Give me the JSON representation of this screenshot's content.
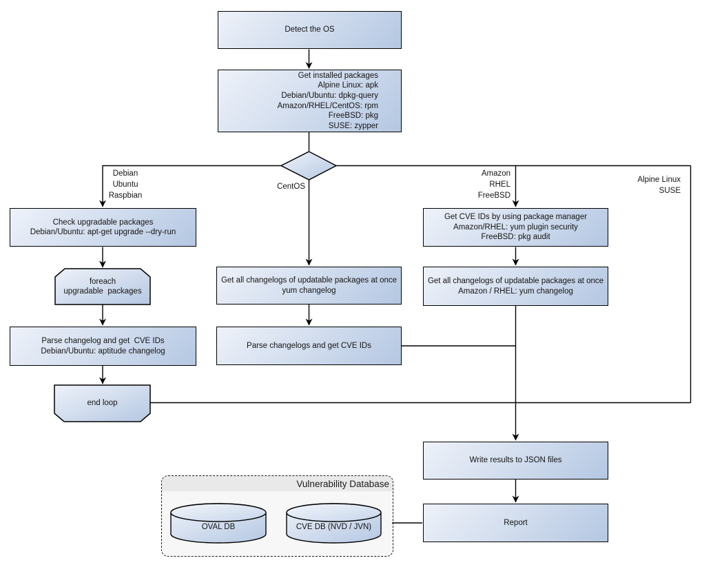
{
  "nodes": {
    "detect_os": {
      "label": "Detect the OS"
    },
    "get_installed_packages": {
      "label": "Get installed packages\nAlpine Linux: apk\nDebian/Ubuntu: dpkg-query\nAmazon/RHEL/CentOS: rpm\nFreeBSD: pkg\nSUSE: zypper"
    },
    "check_upgradable": {
      "label": "Check upgradable packages\nDebian/Ubuntu: apt-get upgrade --dry-run"
    },
    "foreach_loop": {
      "label": "foreach\nupgradable  packages"
    },
    "parse_changelog_debian": {
      "label": "Parse changelog and get  CVE IDs\nDebian/Ubuntu: aptitude changelog"
    },
    "end_loop": {
      "label": "end loop"
    },
    "get_changelogs_centos": {
      "label": "Get all changelogs of updatable packages at once\nyum changelog"
    },
    "parse_changelogs_centos": {
      "label": "Parse changelogs and get CVE IDs"
    },
    "get_cve_ids_pkg_manager": {
      "label": "Get CVE IDs by using package manager\nAmazon/RHEL: yum plugin security\nFreeBSD: pkg audit"
    },
    "get_changelogs_amazon_rhel": {
      "label": "Get all changelogs of updatable packages at once\nAmazon / RHEL: yum changelog"
    },
    "write_results": {
      "label": "Write results to JSON files"
    },
    "report": {
      "label": "Report"
    }
  },
  "edge_labels": {
    "debian": "Debian\nUbuntu\nRaspbian",
    "centos": "CentOS",
    "amazon": "Amazon\nRHEL\nFreeBSD",
    "alpine": "Alpine Linux\nSUSE"
  },
  "group": {
    "title": "Vulnerability Database",
    "databases": [
      {
        "label": "OVAL DB"
      },
      {
        "label": "CVE DB (NVD / JVN)"
      }
    ]
  },
  "colors": {
    "node_fill_light": "#eef2f9",
    "node_fill_dark": "#b4c7e2",
    "node_border": "#000000",
    "group_bg": "#f7f7f7",
    "group_header_bg": "#e9e9e9",
    "text": "#141414"
  }
}
